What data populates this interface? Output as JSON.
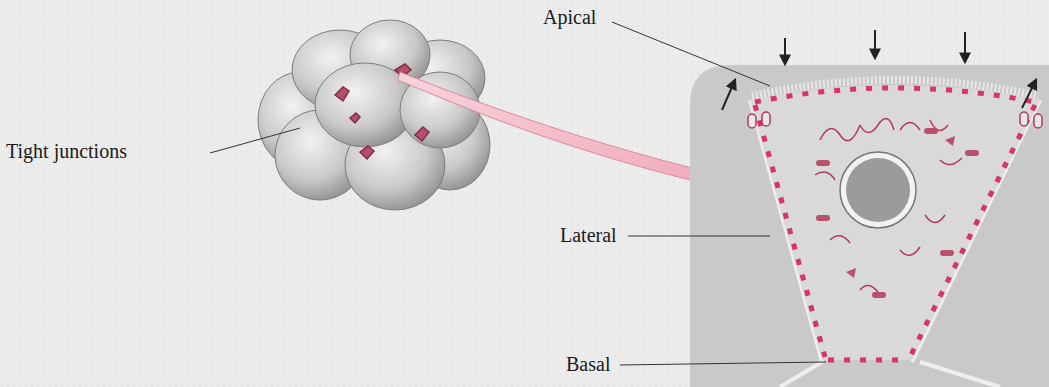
{
  "diagram": {
    "labels": [
      "Apical",
      "Tight junctions",
      "Lateral",
      "Basal"
    ]
  }
}
